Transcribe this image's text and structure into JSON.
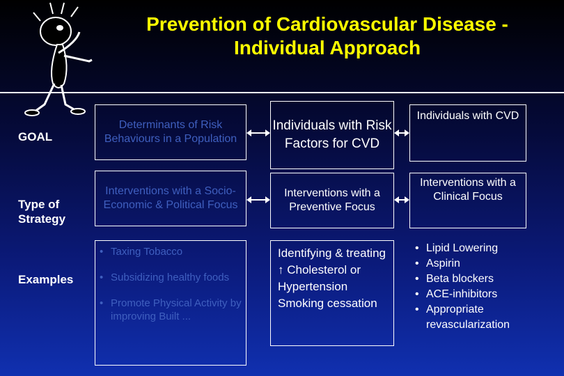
{
  "title": {
    "line1": "Prevention of Cardiovascular Disease -",
    "line2": "Individual Approach"
  },
  "rows": {
    "goal_label": "GOAL",
    "strategy_label": "Type of Strategy",
    "examples_label": "Examples"
  },
  "goal": {
    "col1": "Determinants of Risk Behaviours in a Population",
    "col2": "Individuals with Risk Factors for CVD",
    "col3": "Individuals with CVD"
  },
  "strategy": {
    "col1": "Interventions with a Socio-Economic & Political Focus",
    "col2": "Interventions with a Preventive Focus",
    "col3": "Interventions with a Clinical Focus"
  },
  "examples": {
    "col1": [
      "Taxing Tobacco",
      "Subsidizing healthy foods",
      "Promote Physical Activity by improving Built ..."
    ],
    "col2": "Identifying & treating ↑ Cholesterol or Hypertension Smoking cessation",
    "col3": [
      "Lipid Lowering",
      "Aspirin",
      "Beta blockers",
      "ACE-inhibitors",
      "Appropriate revascularization"
    ]
  },
  "icons": {
    "figure": "cartoon-figure-icon"
  },
  "colors": {
    "title": "#ffff00",
    "text": "#ffffff",
    "faded": "#3f5fbf",
    "background": "#0b1a7a"
  }
}
